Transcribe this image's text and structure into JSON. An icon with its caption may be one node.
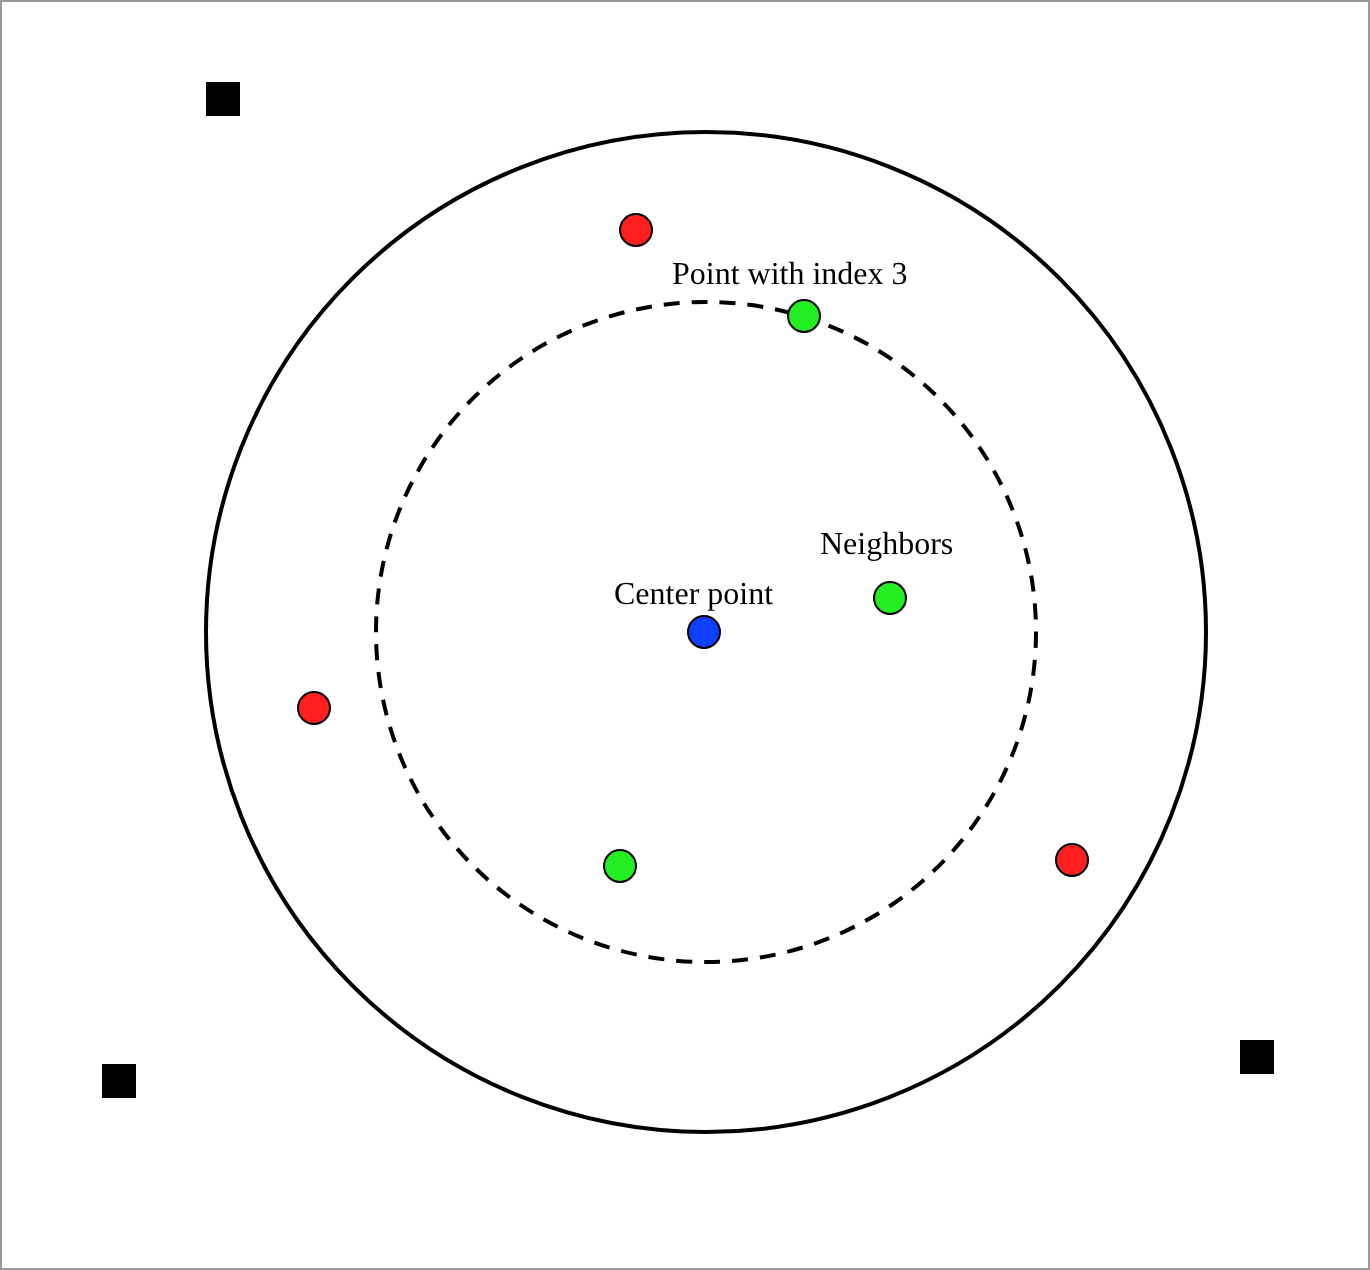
{
  "diagram": {
    "labels": [
      "Point with index 3",
      "Neighbors",
      "Center point"
    ]
  }
}
